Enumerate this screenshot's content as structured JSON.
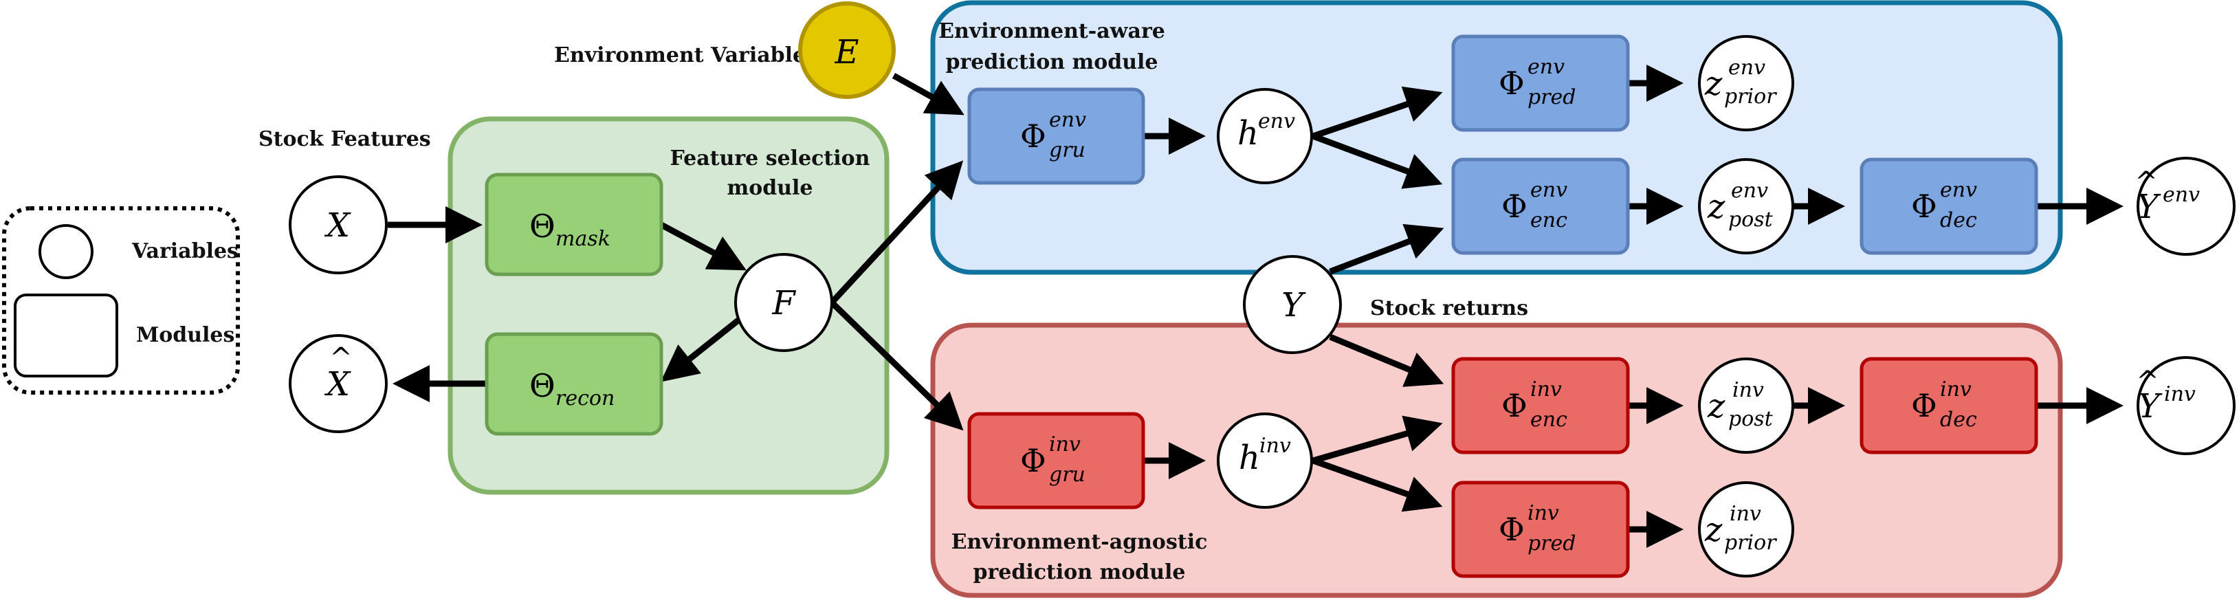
{
  "labels": {
    "legend_variables": "Variables",
    "legend_modules": "Modules",
    "stock_features": "Stock Features",
    "environment_variable": "Environment Variable",
    "feature_selection_line1": "Feature selection",
    "feature_selection_line2": "module",
    "env_aware_line1": "Environment-aware",
    "env_aware_line2": "prediction  module",
    "env_agnostic_line1": "Environment-agnostic",
    "env_agnostic_line2": "prediction  module",
    "stock_returns": "Stock returns"
  },
  "symbols": {
    "x": "X",
    "x_hat": "X",
    "e": "E",
    "f": "F",
    "y": "Y",
    "theta": "Θ",
    "phi": "Φ",
    "h": "h",
    "z": "z",
    "y_hat": "Y",
    "hat_mark": "^",
    "sub_mask": "mask",
    "sub_recon": "recon",
    "sub_gru": "gru",
    "sub_pred": "pred",
    "sub_enc": "enc",
    "sub_dec": "dec",
    "sub_prior": "prior",
    "sub_post": "post",
    "sup_env": "env",
    "sup_inv": "inv"
  },
  "colors": {
    "green_fill": "#d5e8d4",
    "green_stroke": "#82b366",
    "green_module": "#97d077",
    "green_module_stroke": "#6a9e50",
    "blue_fill": "#dae8fc",
    "blue_stroke": "#10739e",
    "blue_module": "#7ea6e0",
    "blue_module_stroke": "#5a7fb8",
    "red_fill": "#f8cecc",
    "red_stroke": "#b85450",
    "red_module": "#ea6b66",
    "red_module_stroke": "#b20000",
    "env_var_fill": "#e3c800",
    "env_var_stroke": "#b09500"
  }
}
